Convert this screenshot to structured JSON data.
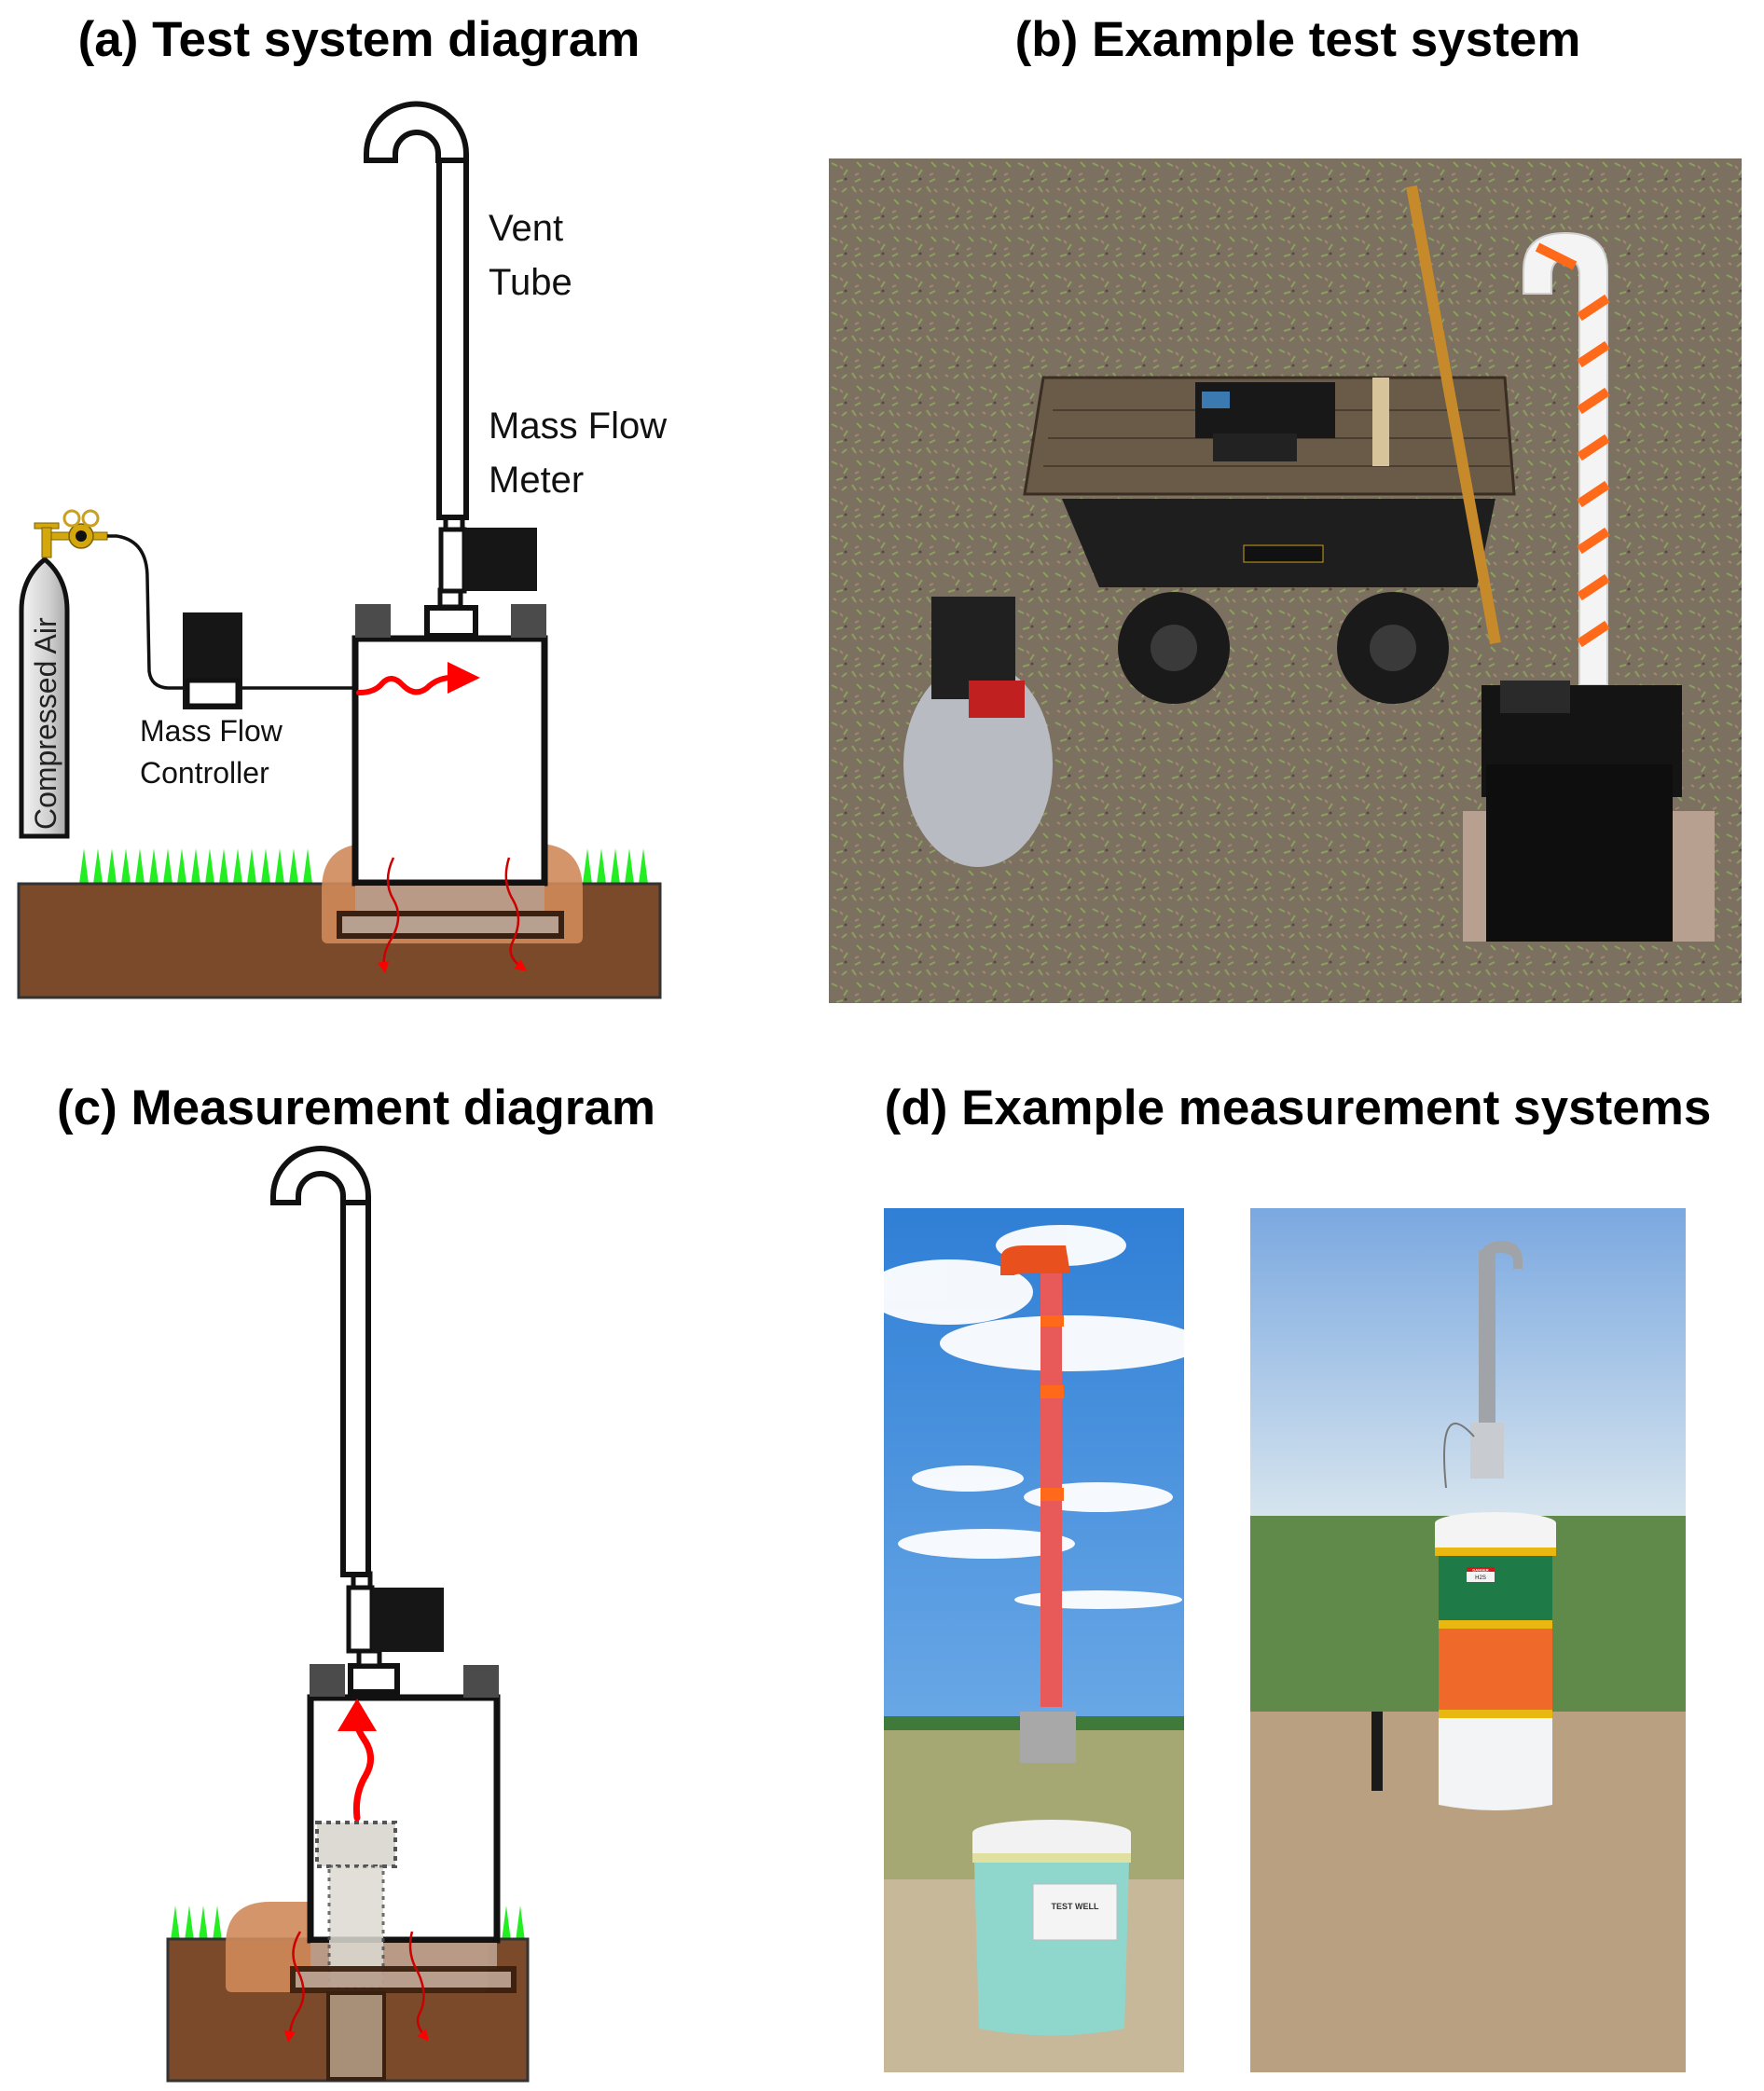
{
  "panels": {
    "a": {
      "title": "(a) Test system diagram",
      "labels": {
        "vent_tube_1": "Vent",
        "vent_tube_2": "Tube",
        "mfm_1": "Mass Flow",
        "mfm_2": "Meter",
        "mfc_1": "Mass Flow",
        "mfc_2": "Controller",
        "tank": "Compressed Air"
      }
    },
    "b": {
      "title": "(b) Example test system",
      "photo_description": "Field photo: air compressor and cart with laptop beside a black test chamber with orange-striped vent pipe"
    },
    "c": {
      "title": "(c) Measurement diagram"
    },
    "d": {
      "title": "(d) Example measurement systems",
      "photos": [
        {
          "description": "Teal well-cover chamber with orange-taped vent pipe under blue sky",
          "sign_text": "TEST WELL"
        },
        {
          "description": "Green, orange and white striped well-cover chamber with metal vent pipe in a green field",
          "sign_text": "DANGER",
          "sign_subtext": "H2S"
        }
      ]
    }
  },
  "colors": {
    "flow_arrow": "#ff0000",
    "soil": "#7a4a2a",
    "backfill": "#d08a5a",
    "grass": "#22ee22",
    "meter_body": "#161616",
    "lid": "#4b4b4b",
    "tank_gray": "#d9d9d9",
    "regulator_gold": "#d4a80c"
  }
}
